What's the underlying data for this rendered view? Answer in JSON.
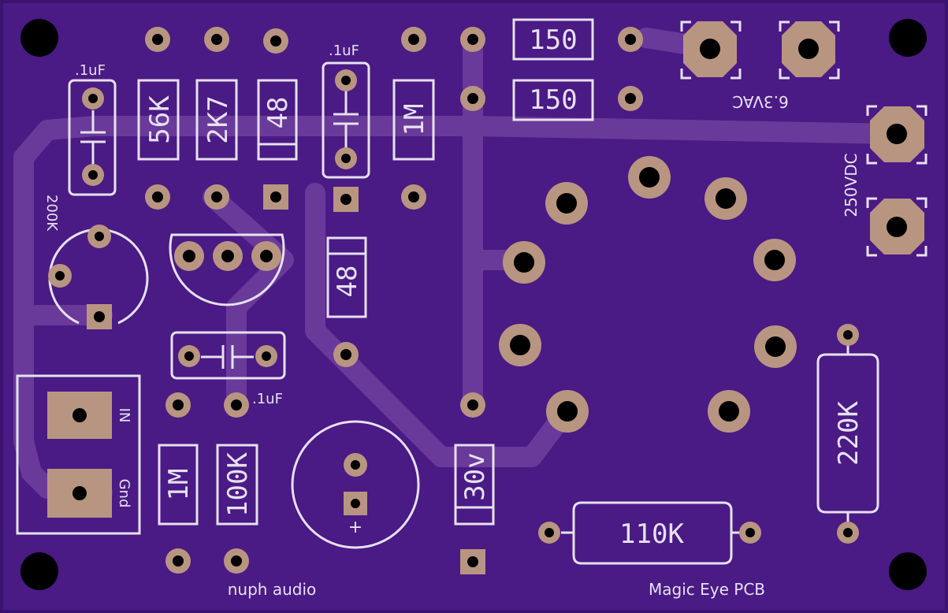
{
  "board": {
    "title": "Magic Eye PCB",
    "maker": "nuph audio",
    "colors": {
      "board": "#4a1a85",
      "board_edge": "#3a1370",
      "trace": "#6a3a9a",
      "silk": "#e6e1ef",
      "pad": "#b89580",
      "hole": "#000000"
    }
  },
  "labels": {
    "r_56k": "56K",
    "r_2k7": "2K7",
    "r_48_top": "48",
    "r_1m_top": "1M",
    "r_150_a": "150",
    "r_150_b": "150",
    "r_48_mid": "48",
    "r_1m_bottom": "1M",
    "r_100k": "100K",
    "r_30v": "30v",
    "r_110k": "110K",
    "r_220k": "220K",
    "c_left": ".1uF",
    "c_mid_top": ".1uF",
    "c_bottom": ".1uF",
    "pot": "200K",
    "vac": "6.3VAC",
    "vdc": "250VDC",
    "in": "IN",
    "gnd": "Gnd",
    "plus": "+"
  }
}
